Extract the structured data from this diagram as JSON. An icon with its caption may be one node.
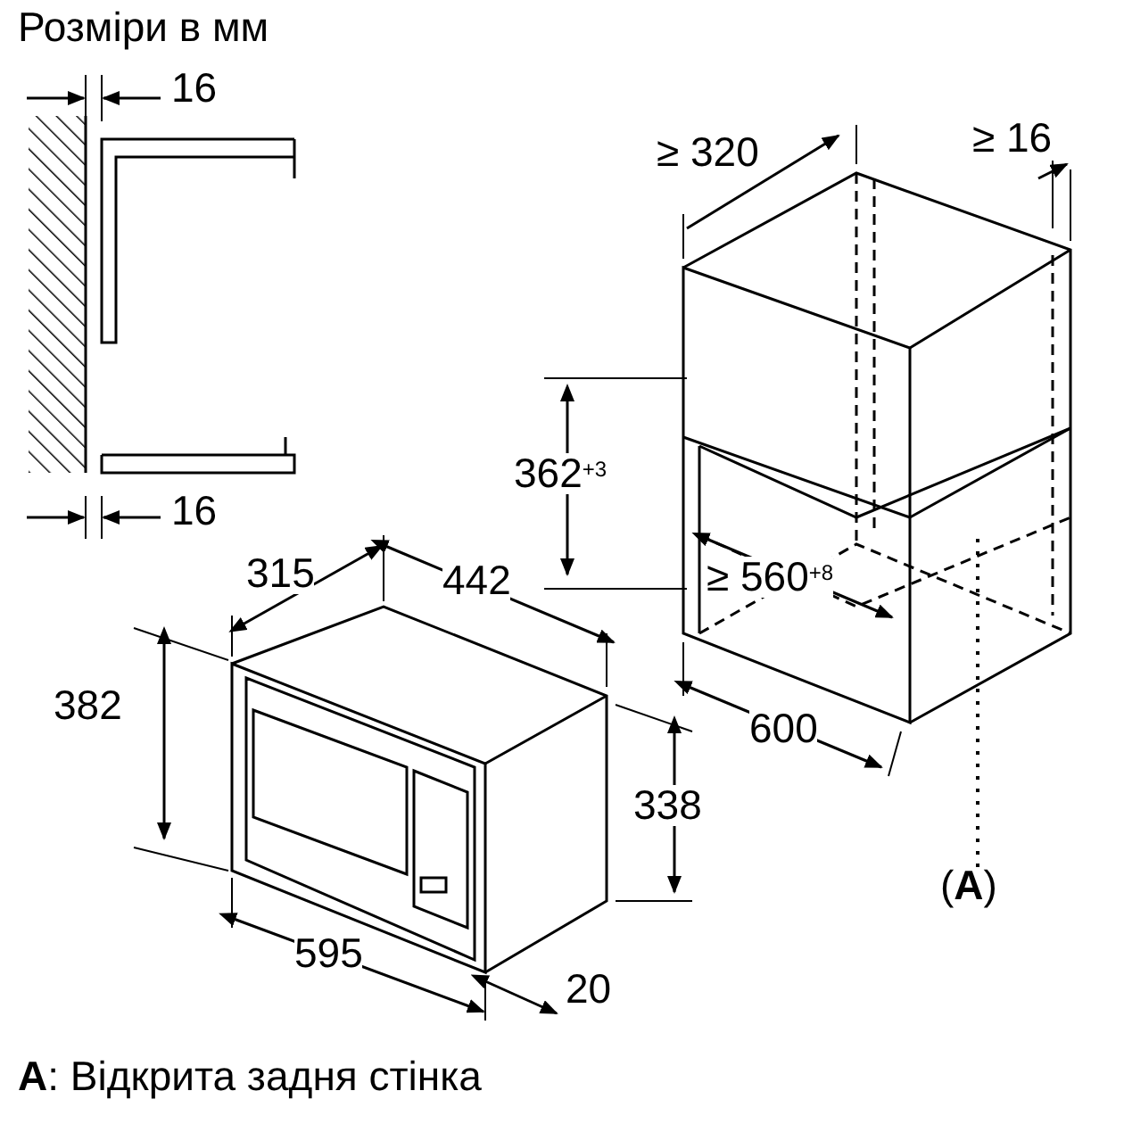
{
  "diagram": {
    "title": "Розміри в мм",
    "caption": "**A**: Відкрита задня стінка",
    "nodes": [
      {
        "text": [
          "(**A**)"
        ]
      },
      {
        "text": [],
        "shape": "box"
      }
    ],
    "edges": [
      {
        "from": 0,
        "to": 1,
        "arrow": "none",
        "style": "dashed"
      }
    ],
    "labels": [
      "16",
      "16",
      "≥ 320",
      "≥ 16",
      "362$^{+3}$",
      "≥ 560$^{+8}$",
      "315",
      "442",
      "600",
      "382",
      "338",
      "595",
      "20"
    ]
  }
}
